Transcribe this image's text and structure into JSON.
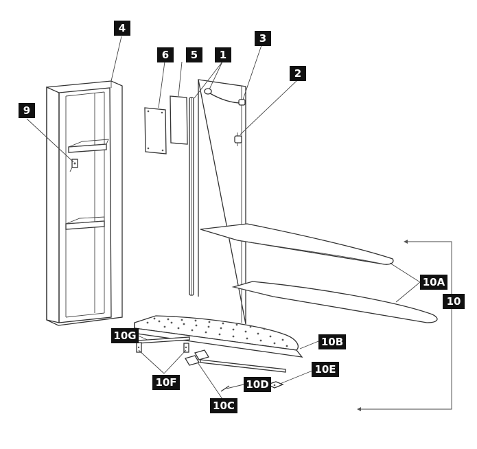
{
  "diagram": {
    "type": "exploded parts diagram",
    "callouts": {
      "c1": "1",
      "c2": "2",
      "c3": "3",
      "c4": "4",
      "c5": "5",
      "c6": "6",
      "c9": "9",
      "c10": "10",
      "c10A": "10A",
      "c10B": "10B",
      "c10C": "10C",
      "c10D": "10D",
      "c10E": "10E",
      "c10F": "10F",
      "c10G": "10G"
    }
  }
}
